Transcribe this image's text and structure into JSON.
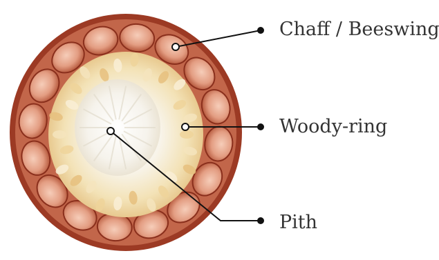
{
  "diagram": {
    "labels": [
      {
        "id": "chaff",
        "text": "Chaff / Beeswing"
      },
      {
        "id": "woody",
        "text": "Woody-ring"
      },
      {
        "id": "pith",
        "text": "Pith"
      }
    ],
    "colors": {
      "chaff_outer": "#9c3a24",
      "chaff_inner": "#e8a98e",
      "woody": "#f1dfb0",
      "pith": "#f7f3ea",
      "leader_line": "#111111",
      "label_text": "#333333"
    }
  }
}
